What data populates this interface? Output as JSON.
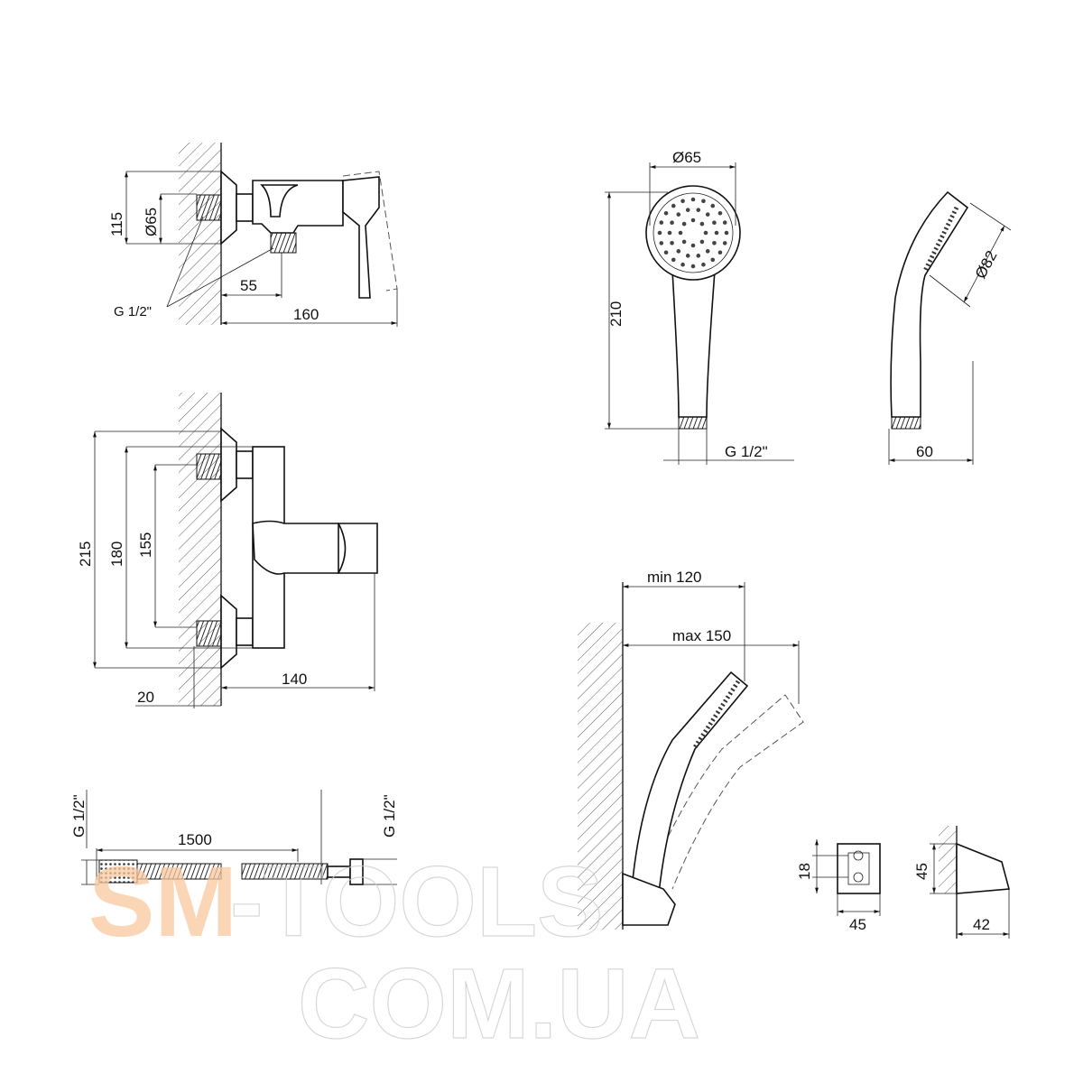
{
  "dims": {
    "v1": {
      "h115": "115",
      "d65": "Ø65",
      "l55": "55",
      "l160": "160",
      "thread": "G 1/2\""
    },
    "v2": {
      "h215": "215",
      "h180": "180",
      "h155": "155",
      "l20": "20",
      "l140": "140"
    },
    "head_front": {
      "d65": "Ø65",
      "h210": "210",
      "thread": "G 1/2\""
    },
    "head_side": {
      "d82": "Ø82",
      "w60": "60"
    },
    "mount": {
      "min": "min 120",
      "max": "max 150"
    },
    "holder": {
      "h18": "18",
      "w45": "45",
      "h45": "45",
      "w42": "42"
    },
    "hose": {
      "len": "1500",
      "thread_left": "G 1/2\"",
      "thread_right": "G 1/2\""
    }
  },
  "watermark": {
    "line1_a": "SM",
    "line1_b": "-TOOLS",
    "line2": "COM.UA",
    "accent": "#f9c9a0"
  }
}
